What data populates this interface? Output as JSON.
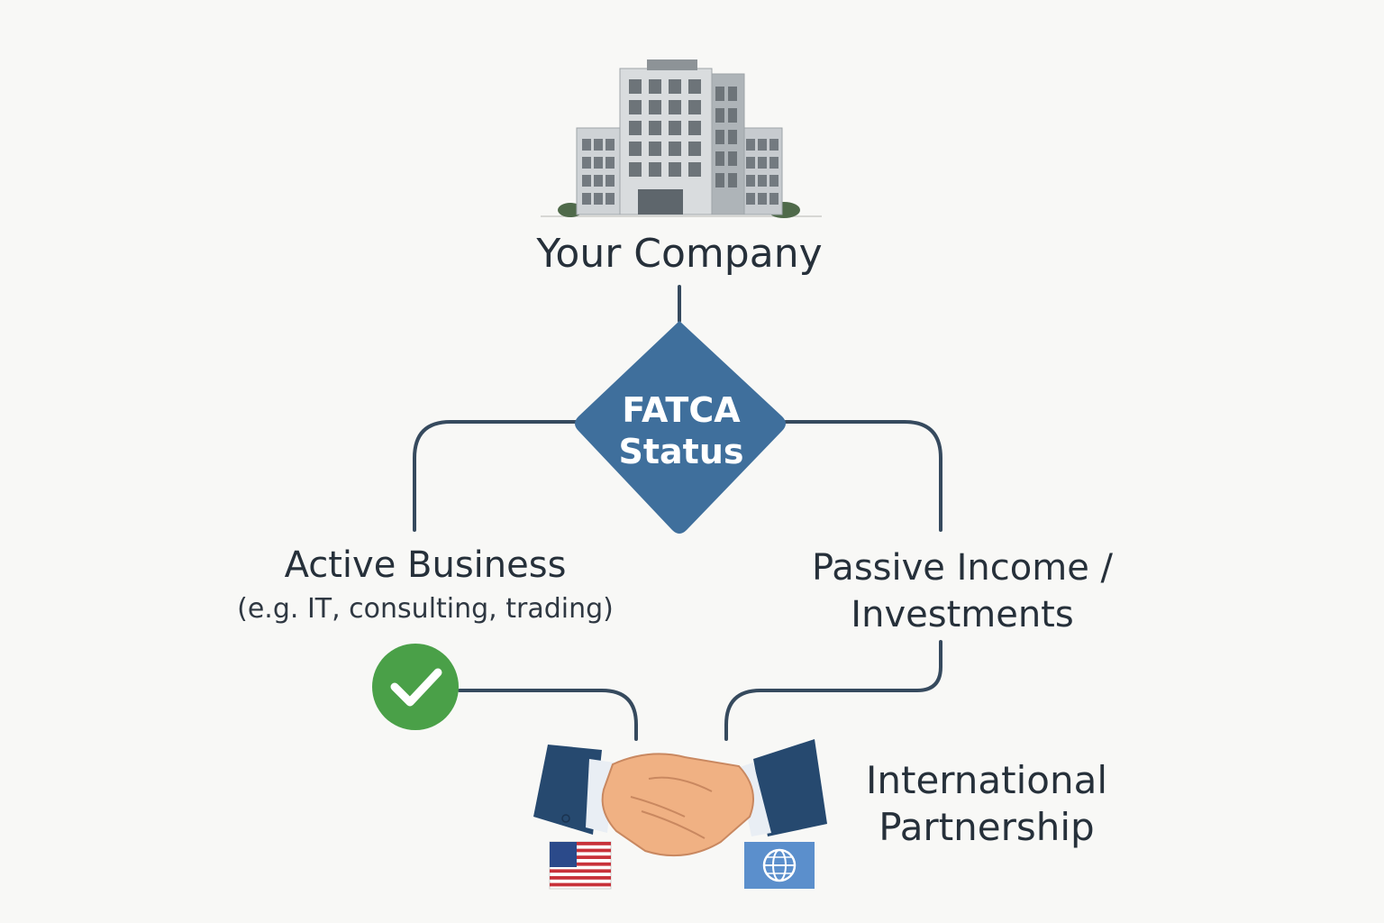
{
  "company": {
    "label": "Your Company"
  },
  "decision": {
    "line1": "FATCA",
    "line2": "Status",
    "color": "#3f6f9c"
  },
  "branches": {
    "active": {
      "title": "Active Business",
      "subtitle": "(e.g. IT, consulting, trading)"
    },
    "passive": {
      "title": "Passive Income / Investments"
    }
  },
  "outcome": {
    "label": "International Partnership"
  },
  "colors": {
    "connector": "#364a5e",
    "check": "#4aa048",
    "suit": "#26496f",
    "skin": "#f0b183",
    "globe_flag": "#5b8fcc"
  },
  "icons": [
    "building-icon",
    "check-icon",
    "handshake-icon",
    "us-flag-icon",
    "globe-flag-icon"
  ]
}
